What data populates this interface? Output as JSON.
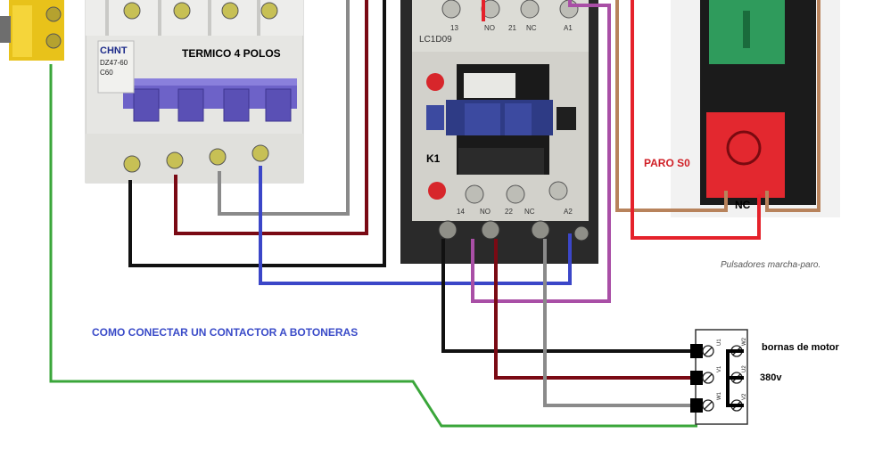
{
  "labels": {
    "termico": "TERMICO 4 POLOS",
    "breaker_brand": "CHNT",
    "breaker_model": "DZ47-60",
    "breaker_rating": "C60",
    "contactor_model": "LC1D09",
    "contactor_name": "K1",
    "terminal_13": "13",
    "terminal_no_top": "NO",
    "terminal_21": "21",
    "terminal_nc_top": "NC",
    "terminal_a1": "A1",
    "terminal_14": "14",
    "terminal_no_bottom": "NO",
    "terminal_22": "22",
    "terminal_nc_bottom": "NC",
    "terminal_a2": "A2",
    "paro": "PARO  S0",
    "nc": "NC",
    "pulsadores_caption": "Pulsadores marcha-paro.",
    "title": "COMO CONECTAR UN CONTACTOR A BOTONERAS",
    "bornas": "bornas de motor",
    "voltage": "380v",
    "motor_u1": "U1",
    "motor_v1": "V1",
    "motor_w1": "W1",
    "motor_w2": "W2",
    "motor_u2": "U2",
    "motor_v2": "V2"
  },
  "colors": {
    "black_wire": "#111111",
    "red_wire": "#7a0a14",
    "gray_wire": "#8a8a8a",
    "blue_wire": "#3b46c8",
    "purple_wire": "#a94fa6",
    "brown_wire": "#b8835c",
    "bright_red_wire": "#e5222b",
    "green_wire": "#3aa63a",
    "title_blue": "#3a4bc8",
    "paro_red": "#d01f26"
  }
}
